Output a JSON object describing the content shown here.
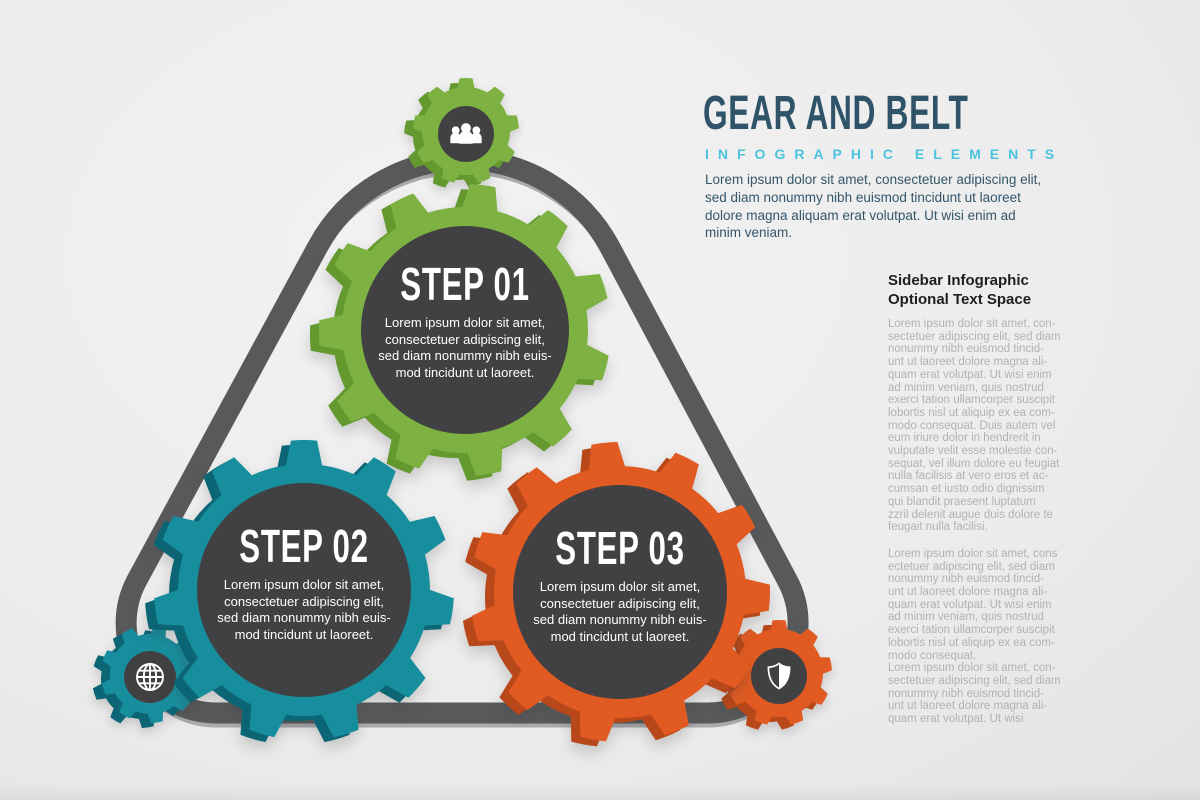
{
  "title": "GEAR AND BELT",
  "subtitle": "INFOGRAPHIC ELEMENTS",
  "intro": "Lorem ipsum dolor sit amet, consectetuer adipiscing elit,\nsed diam nonummy nibh euismod tincidunt ut laoreet\ndolore magna aliquam erat volutpat. Ut wisi enim ad\nminim veniam.",
  "steps": [
    {
      "label": "STEP 01",
      "body": "Lorem ipsum dolor sit amet,\nconsectetuer adipiscing elit,\nsed diam nonummy nibh euis-\nmod tincidunt ut laoreet.",
      "color": "#7DB243",
      "shade": "#63992F",
      "icon": "people-icon"
    },
    {
      "label": "STEP 02",
      "body": "Lorem ipsum dolor sit amet,\nconsectetuer adipiscing elit,\nsed diam nonummy nibh euis-\nmod tincidunt ut laoreet.",
      "color": "#178E9E",
      "shade": "#0C6574",
      "icon": "globe-icon"
    },
    {
      "label": "STEP 03",
      "body": "Lorem ipsum dolor sit amet,\nconsectetuer adipiscing elit,\nsed diam nonummy nibh euis-\nmod tincidunt ut laoreet.",
      "color": "#E05A22",
      "shade": "#B8481A",
      "icon": "shield-icon"
    }
  ],
  "sidebar": {
    "heading": "Sidebar Infographic\nOptional Text Space",
    "paragraphs": [
      "Lorem ipsum dolor sit amet, con-\nsectetuer adipiscing elit, sed diam\nnonummy nibh euismod tincid-\nunt ut laoreet dolore magna ali-\nquam erat volutpat. Ut wisi enim\nad minim veniam, quis nostrud\nexerci tation ullamcorper suscipit\nlobortis nisl ut aliquip ex ea com-\nmodo consequat. Duis autem vel\neum iriure dolor in hendrerit in\nvulputate velit esse molestie con-\nsequat, vel illum dolore eu feugiat\nnulla facilisis at vero eros et ac-\ncumsan et iusto odio dignissim\nqui blandit praesent luptatum\nzzril delenit augue duis dolore te\nfeugait nulla facilisi.",
      "Lorem ipsum dolor sit amet, cons\nectetuer adipiscing elit, sed diam\nnonummy nibh euismod tincid-\nunt ut laoreet dolore magna ali-\nquam erat volutpat. Ut wisi enim\nad minim veniam, quis nostrud\nexerci tation ullamcorper suscipit\nlobortis nisl ut aliquip ex ea com-\nmodo consequat.",
      "Lorem ipsum dolor sit amet, con-\nsectetuer adipiscing elit, sed diam\nnonummy nibh euismod tincid-\nunt ut laoreet dolore magna ali-\nquam erat volutpat. Ut wisi"
    ]
  },
  "colors": {
    "belt_dark": "#58595B",
    "belt_light": "#A8AAAC",
    "hub": "#414042",
    "title": "#2F5368",
    "subtitle": "#4CC3DE",
    "intro_text": "#33566B",
    "sidebar_heading": "#1F1F1F",
    "sidebar_text": "#B2B2B4",
    "background": "#EDECEC",
    "text_on_gear": "#FFFFFF"
  }
}
